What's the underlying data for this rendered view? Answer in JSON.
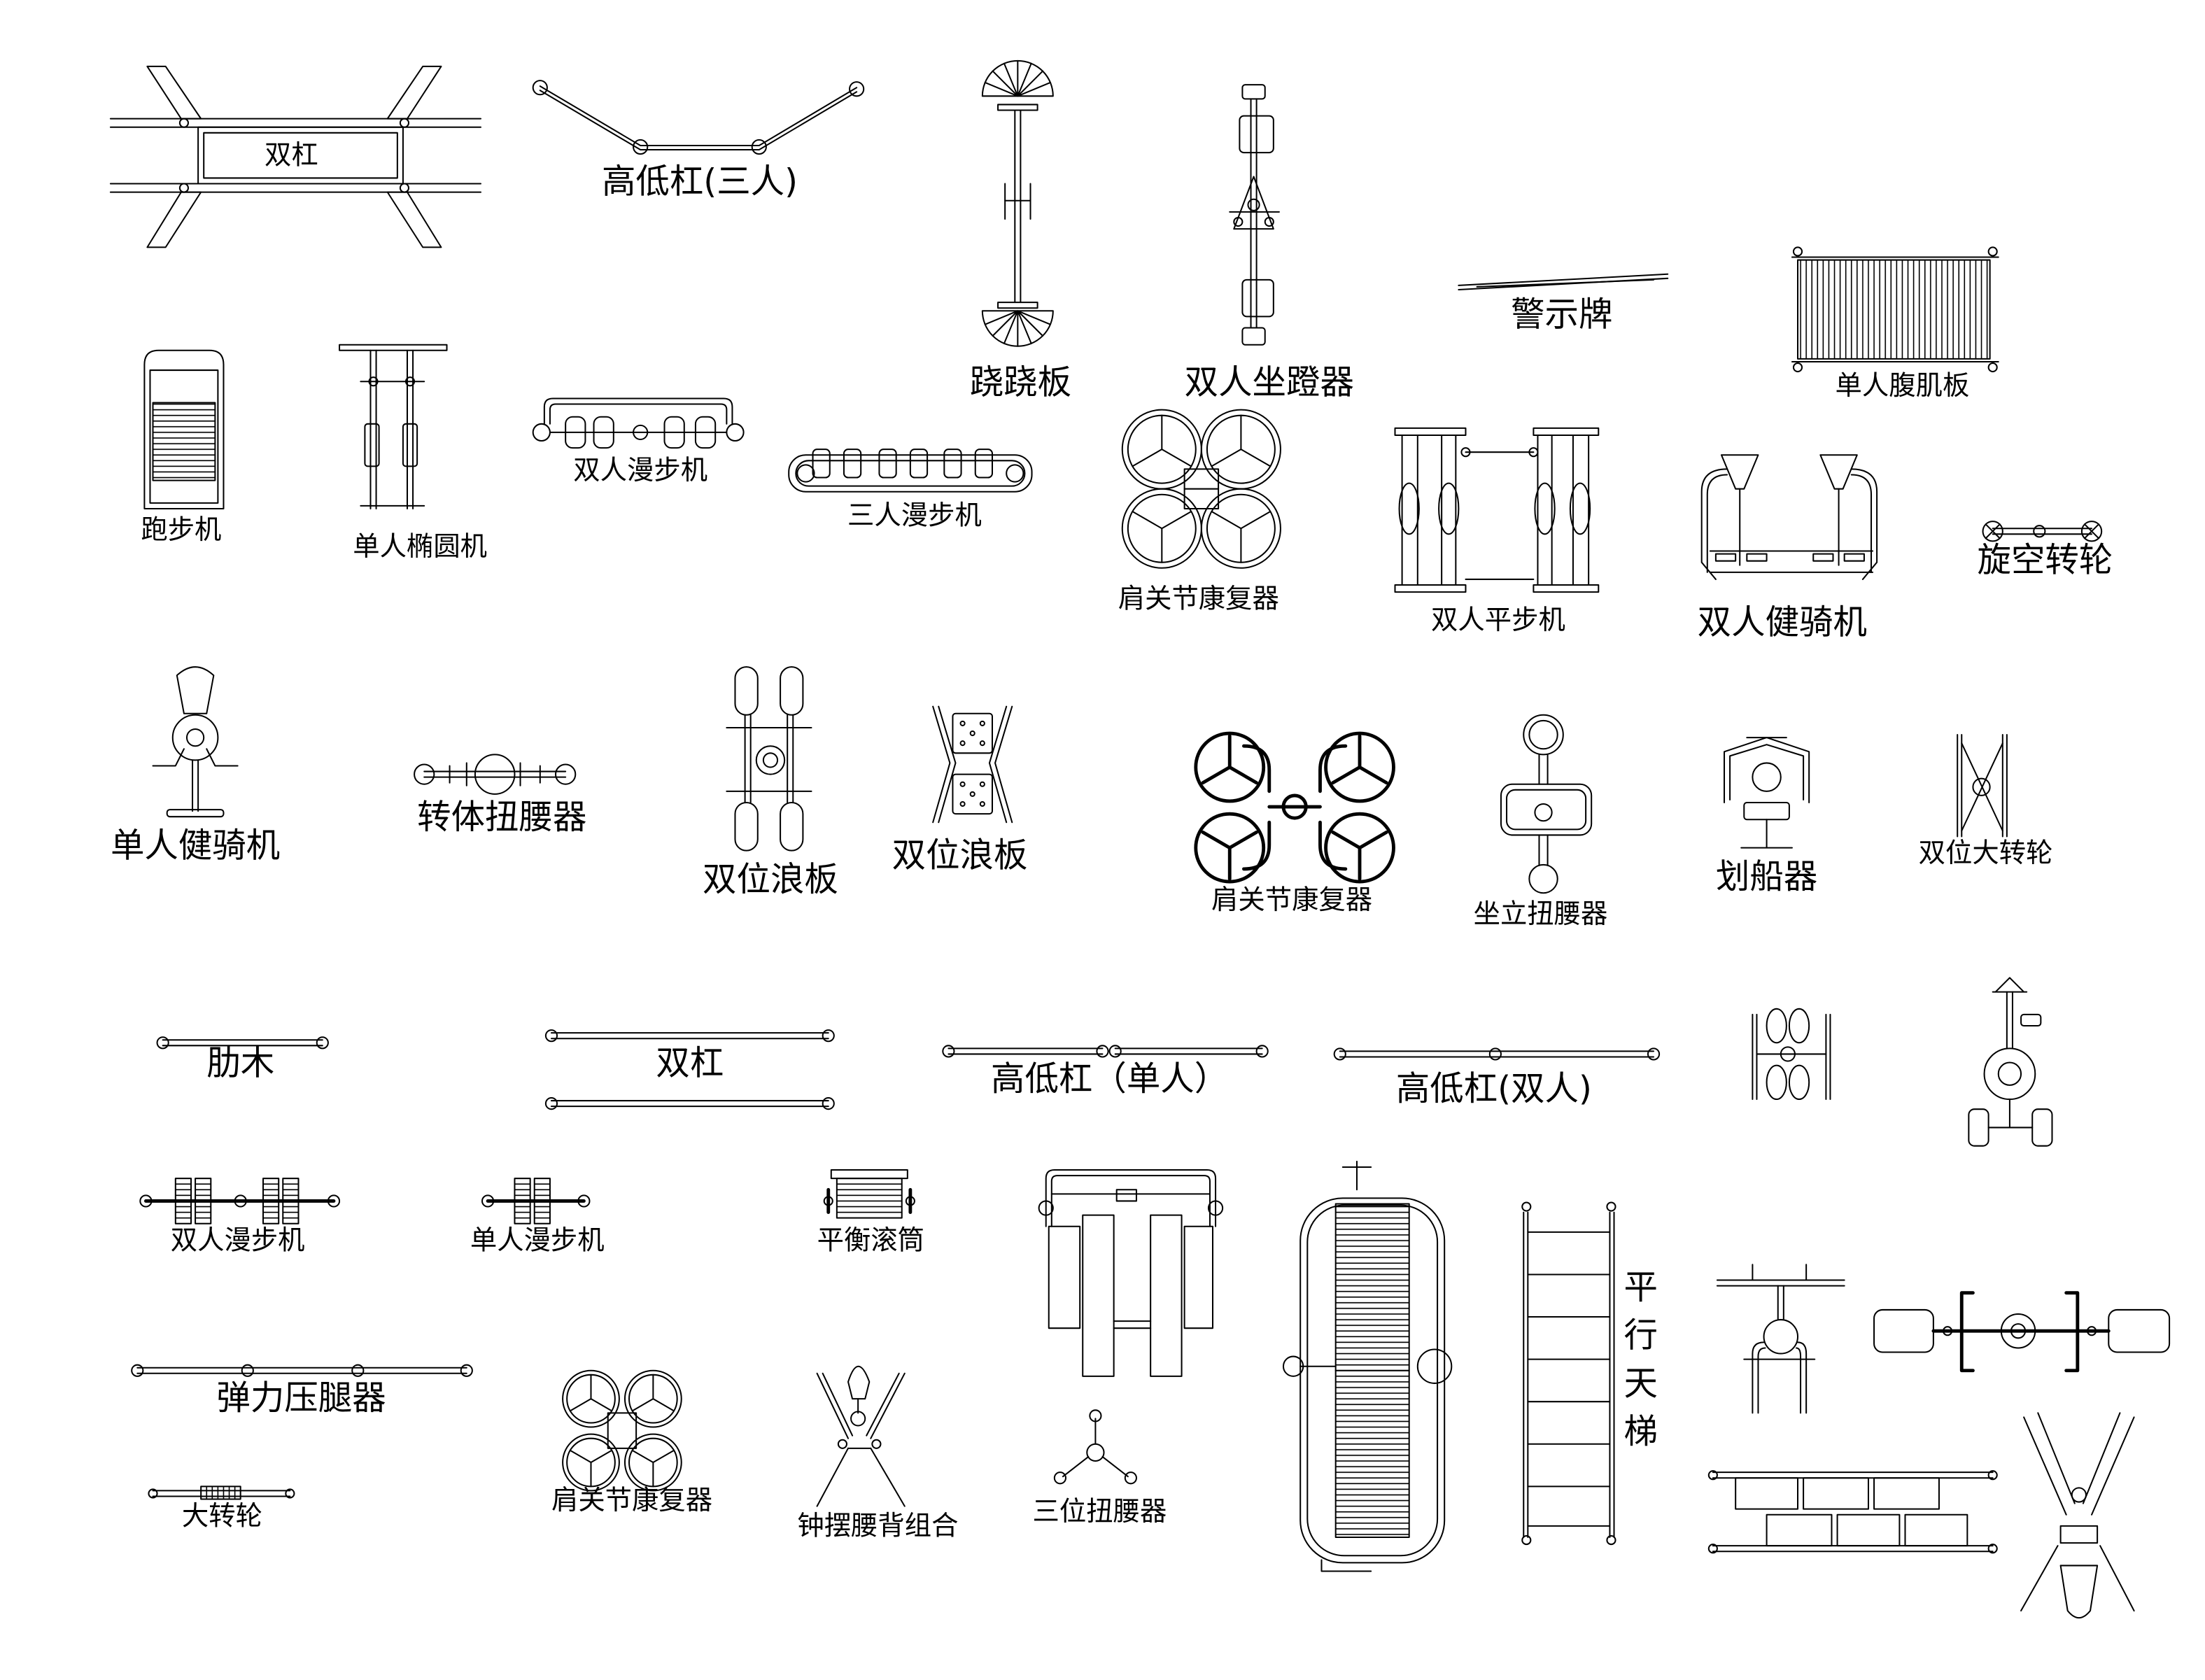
{
  "labels": {
    "parallel_bars_top": "双杠",
    "high_low_bars_three": "高低杠(三人)",
    "seesaw": "跷跷板",
    "double_sitting_pedal": "双人坐蹬器",
    "warning_sign": "警示牌",
    "single_sit_up_board": "单人腹肌板",
    "treadmill": "跑步机",
    "single_elliptical": "单人椭圆机",
    "double_walker_top": "双人漫步机",
    "triple_walker": "三人漫步机",
    "shoulder_rehab_top": "肩关节康复器",
    "double_stepper": "双人平步机",
    "double_rider": "双人健骑机",
    "air_swing_wheel": "旋空转轮",
    "single_rider": "单人健骑机",
    "body_twister": "转体扭腰器",
    "double_wave_board_left": "双位浪板",
    "double_wave_board_right": "双位浪板",
    "shoulder_rehab_middle": "肩关节康复器",
    "sit_stand_twister": "坐立扭腰器",
    "rowing_machine": "划船器",
    "double_big_wheel": "双位大转轮",
    "wall_bars": "肋木",
    "parallel_bars_middle": "双杠",
    "high_low_bars_single": "高低杠（单人）",
    "high_low_bars_double": "高低杠(双人)",
    "double_walker_bottom": "双人漫步机",
    "single_walker": "单人漫步机",
    "balance_roller": "平衡滚筒",
    "horizontal_ladder": "平行天梯",
    "elastic_leg_press": "弹力压腿器",
    "big_wheel": "大转轮",
    "shoulder_rehab_bottom": "肩关节康复器",
    "pendulum_waist_back": "钟摆腰背组合",
    "triple_twister": "三位扭腰器"
  },
  "colors": {
    "line": "#000000",
    "background": "#ffffff"
  }
}
